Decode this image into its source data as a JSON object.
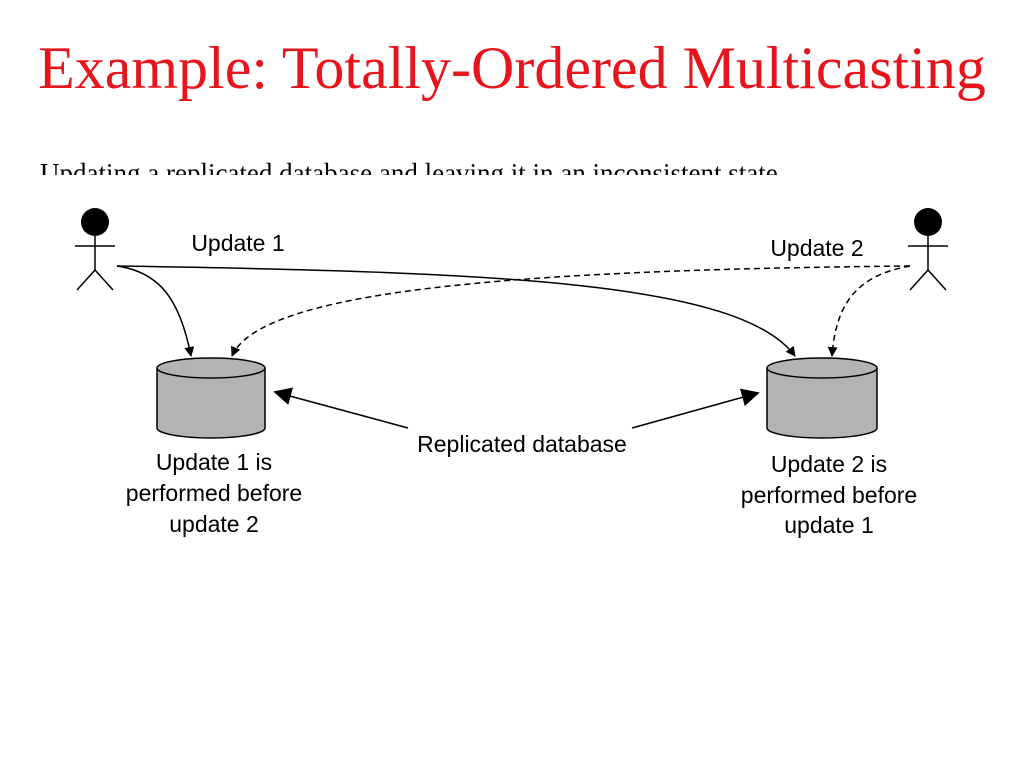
{
  "slide": {
    "title": "Example: Totally-Ordered Multicasting",
    "subtitle": "Updating a replicated database and leaving it in an inconsistent state."
  },
  "diagram": {
    "update1_label": "Update 1",
    "update2_label": "Update 2",
    "replicated_label": "Replicated database",
    "left_caption": [
      "Update 1 is",
      "performed before",
      "update 2"
    ],
    "right_caption": [
      "Update 2 is",
      "performed before",
      "update 1"
    ]
  },
  "colors": {
    "title": "#e8141c",
    "database_fill": "#b3b3b3",
    "figure": "#000000"
  }
}
